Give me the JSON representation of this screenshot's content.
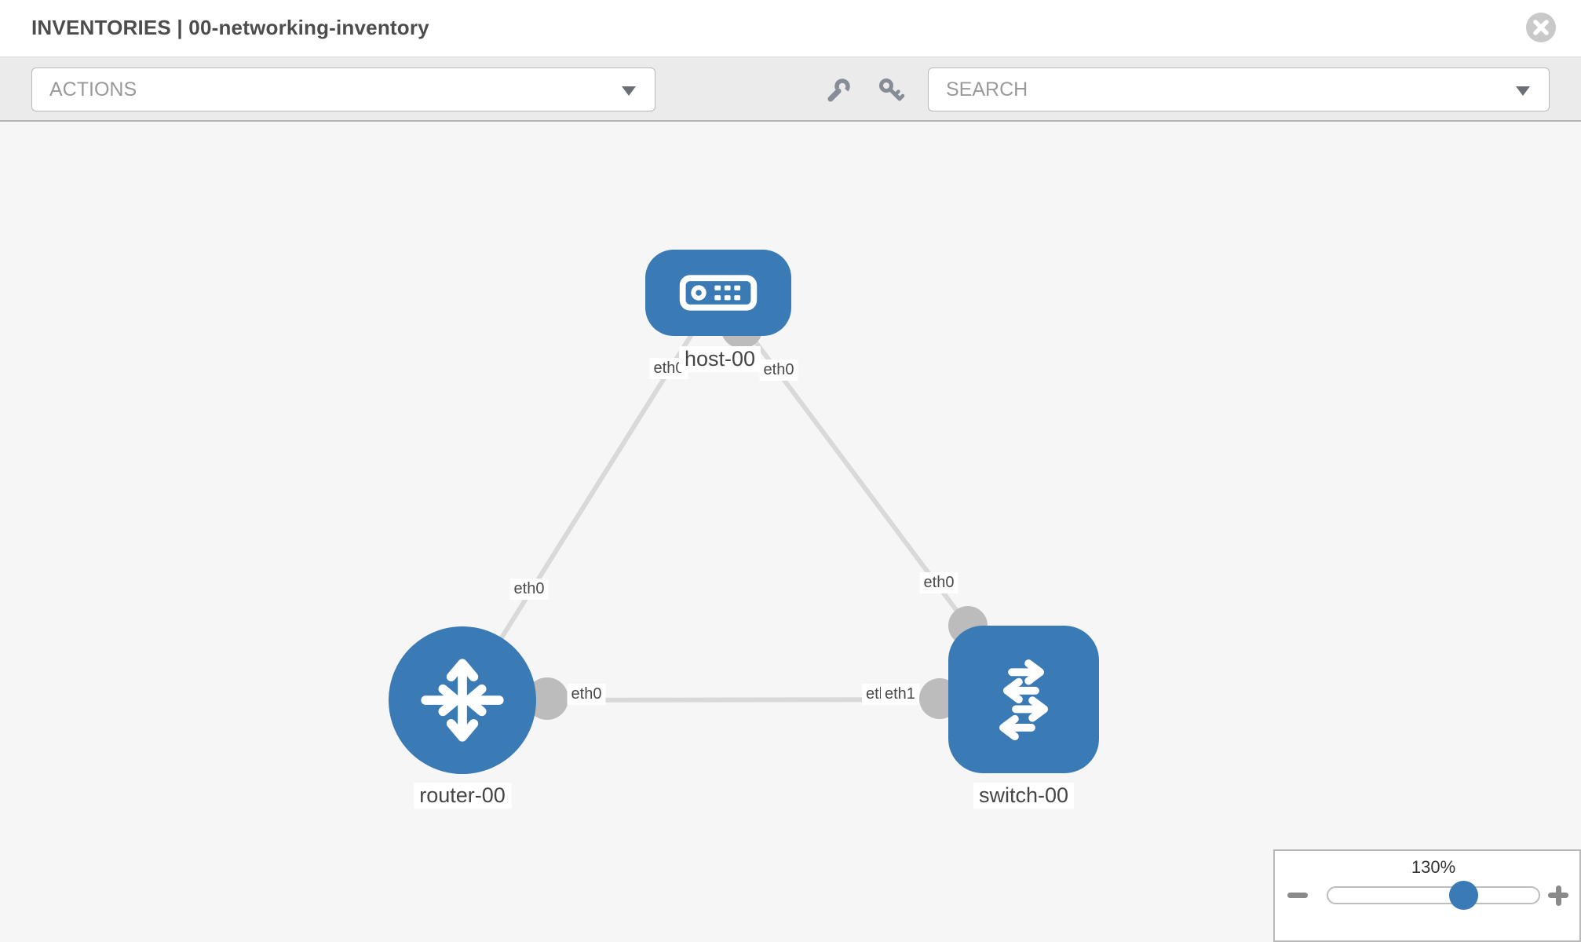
{
  "header": {
    "title": "INVENTORIES | 00-networking-inventory",
    "close_icon": "x-circle-icon"
  },
  "toolbar": {
    "actions": {
      "label": "ACTIONS",
      "icon": "chevron-down-icon"
    },
    "tools": [
      {
        "icon": "wrench-icon"
      },
      {
        "icon": "key-icon"
      }
    ],
    "search": {
      "label": "SEARCH",
      "icon": "chevron-down-icon"
    }
  },
  "canvas": {
    "nodes": [
      {
        "label": "host-00",
        "type": "host",
        "icon": "host-device-icon"
      },
      {
        "label": "router-00",
        "type": "router",
        "icon": "router-arrows-icon"
      },
      {
        "label": "switch-00",
        "type": "switch",
        "icon": "switch-arrows-icon"
      }
    ],
    "links": [
      {
        "from": "host-00",
        "to": "router-00",
        "from_interface": "eth0",
        "to_interface": "eth0"
      },
      {
        "from": "host-00",
        "to": "switch-00",
        "from_interface": "eth0",
        "to_interface": "eth0"
      },
      {
        "from": "router-00",
        "to": "switch-00",
        "from_interface": "eth0",
        "to_interface": "eth1"
      }
    ]
  },
  "zoom_control": {
    "value": "130%",
    "minus_icon": "minus-icon",
    "plus_icon": "plus-icon"
  },
  "colors": {
    "node_blue": "#3b7bb5",
    "link_gray": "#d9d9d9",
    "connector_gray": "#bcbcbc",
    "toolbar_bg": "#ebebeb",
    "canvas_bg": "#f6f6f6"
  }
}
